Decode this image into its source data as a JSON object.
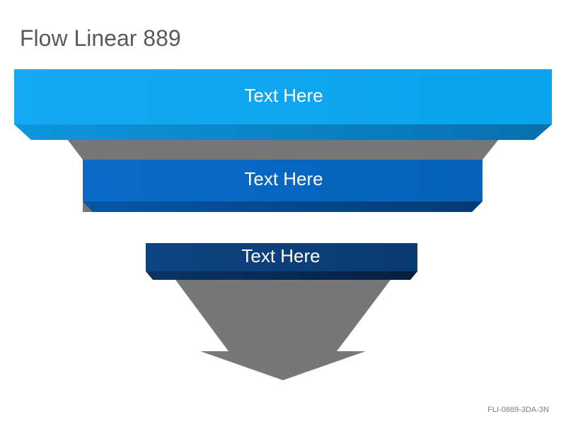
{
  "title": "Flow Linear 889",
  "steps": [
    {
      "label": "Text Here",
      "color": "#10a6ef"
    },
    {
      "label": "Text Here",
      "color": "#0666bf"
    },
    {
      "label": "Text Here",
      "color": "#0d3f7c"
    }
  ],
  "arrow_color": "#777777",
  "code": "FLI-0889-3DA-3N"
}
